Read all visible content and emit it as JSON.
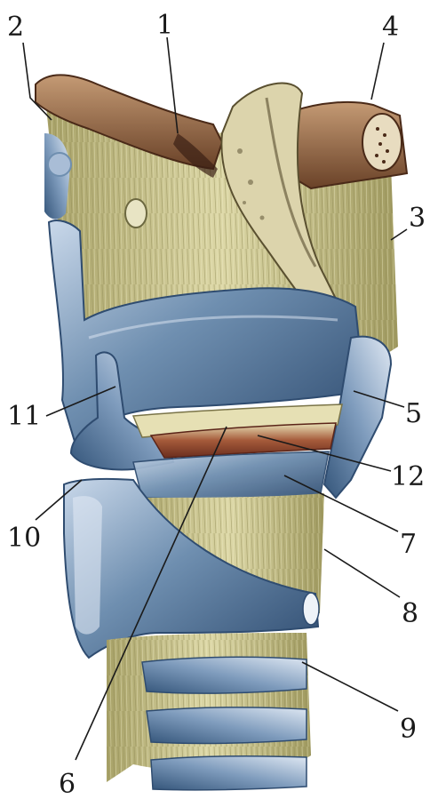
{
  "figure": {
    "colors": {
      "ligament": "#d8d3a0",
      "ligament_shadow": "#9c9760",
      "cartilage": "#6f8fb0",
      "cartilage_dark": "#2f4c70",
      "cartilage_light": "#c9d8ea",
      "bone": "#9b7050",
      "bone_dark": "#4a2a18",
      "muscle": "#a55a3a",
      "label": "#1a1a1a"
    },
    "labels": {
      "l1": "1",
      "l2": "2",
      "l3": "3",
      "l4": "4",
      "l5": "5",
      "l6": "6",
      "l7": "7",
      "l8": "8",
      "l9": "9",
      "l10": "10",
      "l11": "11",
      "l12": "12"
    }
  }
}
